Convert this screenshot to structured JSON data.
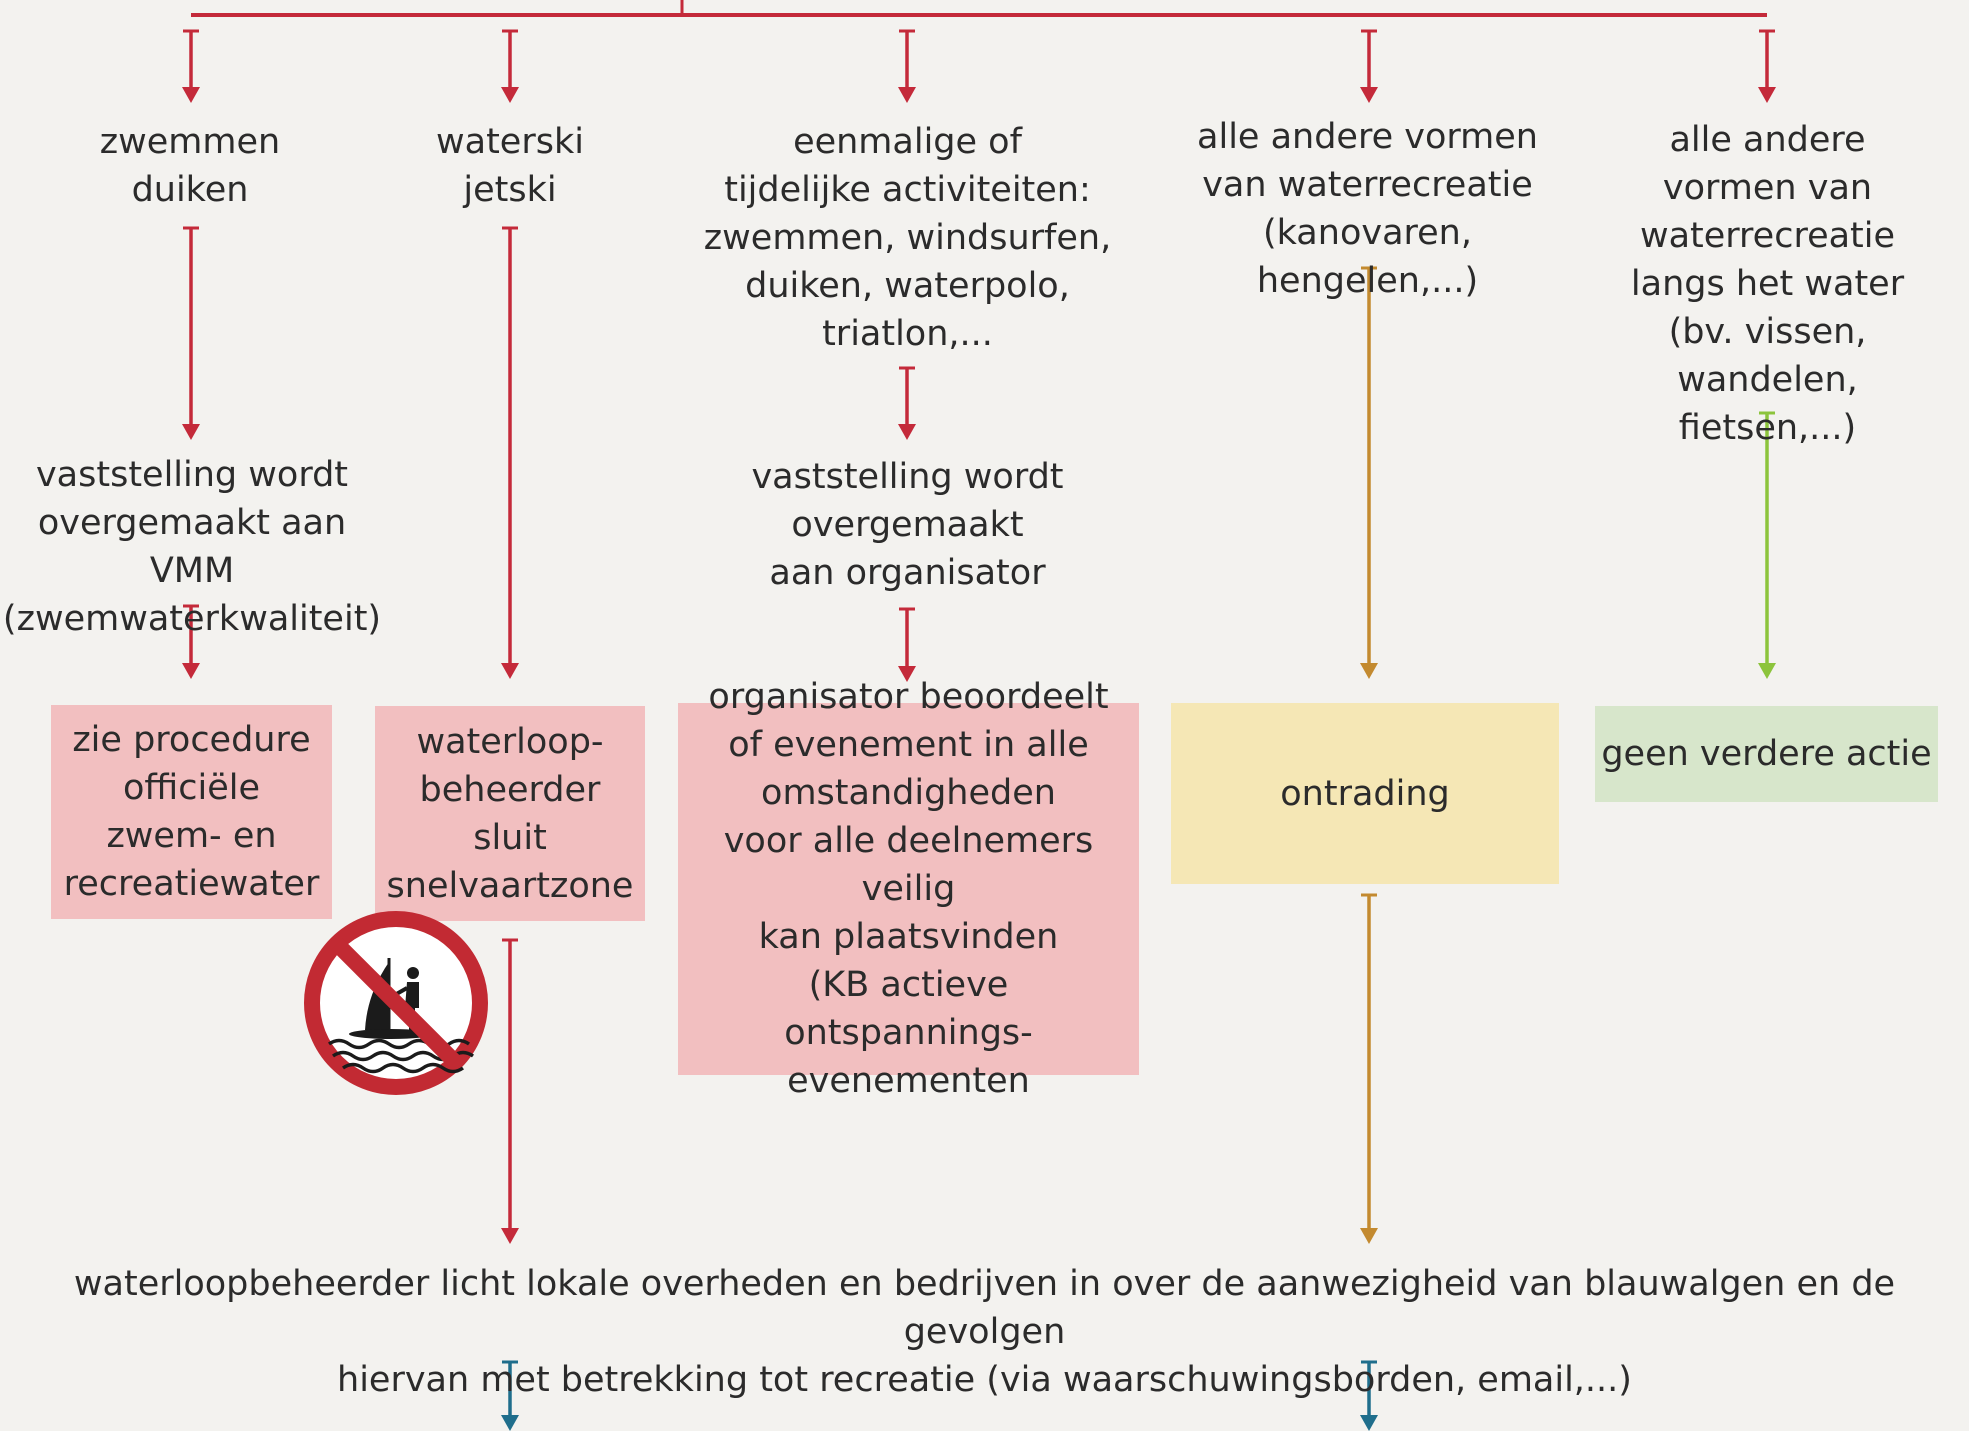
{
  "colors": {
    "background": "#f3f2ef",
    "red_arrow": "#c42a3a",
    "orange_arrow": "#c38a2f",
    "green_arrow": "#8cc43c",
    "blue_arrow": "#1f6e8c",
    "red_box": "#f2bfc0",
    "yellow_box": "#f5e7b5",
    "green_box": "#d7e6cb"
  },
  "columns": {
    "col1": {
      "activity": "zwemmen\nduiken",
      "step": "vaststelling wordt\novergemaakt aan VMM\n(zwemwaterkwaliteit)",
      "result": "zie procedure\nofficiële\nzwem- en\nrecreatiewater"
    },
    "col2": {
      "activity": "waterski\njetski",
      "result": "waterloop-\nbeheerder\nsluit\nsnelvaartzone",
      "icon": "no-sailing-sign-icon"
    },
    "col3": {
      "activity": "eenmalige of\ntijdelijke activiteiten:\nzwemmen, windsurfen,\nduiken, waterpolo,\ntriatlon,...",
      "step": "vaststelling wordt\novergemaakt\naan organisator",
      "result": "organisator beoordeelt\nof evenement in alle\nomstandigheden\nvoor alle deelnemers veilig\nkan plaatsvinden\n(KB actieve ontspannings-\nevenementen"
    },
    "col4": {
      "activity": "alle andere vormen\nvan waterrecreatie\n(kanovaren, hengelen,...)",
      "result": "ontrading"
    },
    "col5": {
      "activity": "alle andere\nvormen van\nwaterrecreatie\nlangs het water\n(bv. vissen, wandelen,\nfietsen,...)",
      "result": "geen verdere actie"
    }
  },
  "bottom": {
    "text": "waterloopbeheerder licht lokale overheden en bedrijven in over de aanwezigheid van blauwalgen en de gevolgen\nhiervan met betrekking tot recreatie (via waarschuwingsborden, email,...)"
  }
}
